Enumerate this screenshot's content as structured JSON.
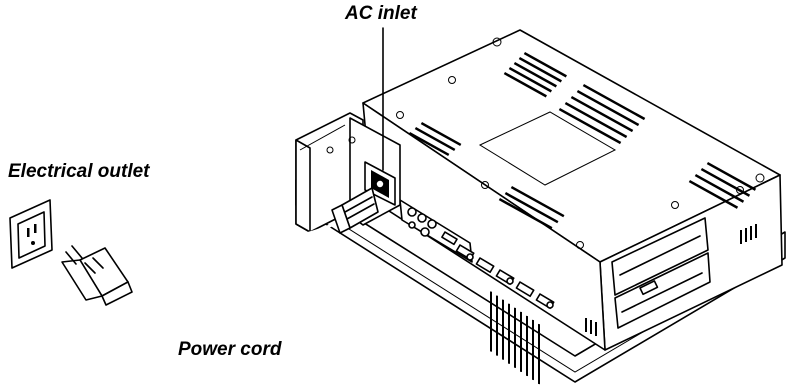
{
  "labels": {
    "ac_inlet": "AC inlet",
    "electrical_outlet": "Electrical outlet",
    "power_cord": "Power cord"
  },
  "colors": {
    "line": "#000000",
    "background": "#ffffff"
  }
}
